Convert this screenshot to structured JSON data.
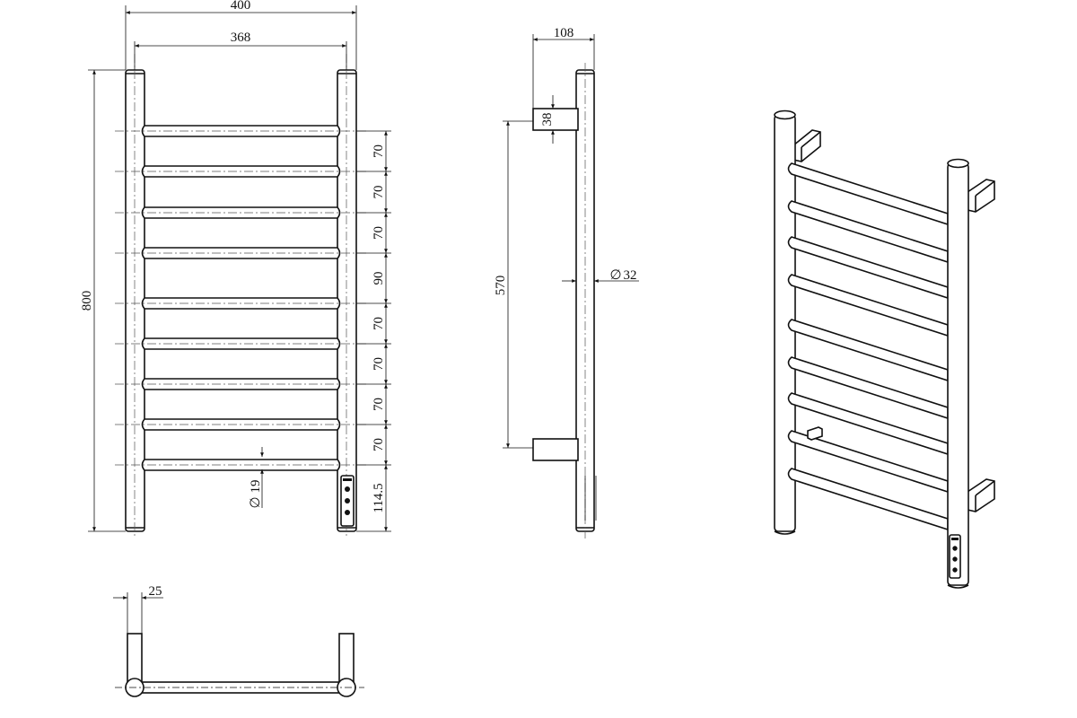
{
  "front_view": {
    "overall_width": "400",
    "inner_width": "368",
    "overall_height": "800",
    "bar_spacings": [
      "70",
      "70",
      "70",
      "90",
      "70",
      "70",
      "70",
      "70",
      "114.5"
    ],
    "bar_diameter": "19"
  },
  "side_view": {
    "depth": "108",
    "bracket_height": "38",
    "bracket_spacing": "570",
    "post_diameter": "32"
  },
  "top_view": {
    "clearance": "25"
  },
  "diameter_symbol": "∅"
}
